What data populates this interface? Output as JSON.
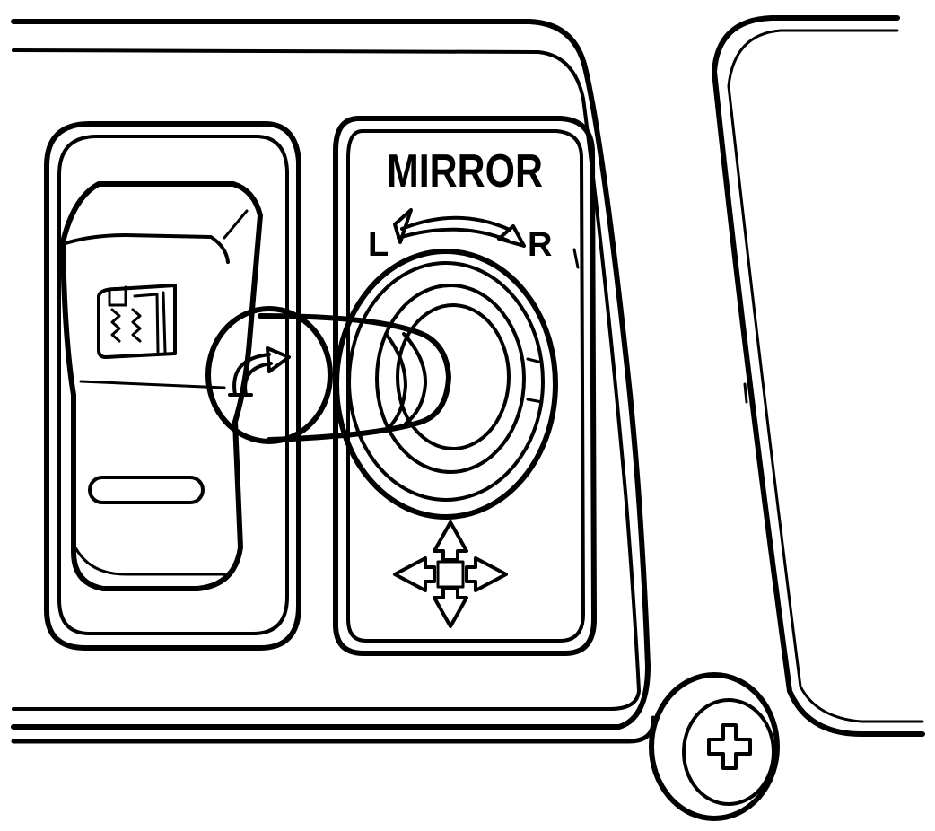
{
  "panel": {
    "mirror_label": "MIRROR",
    "left_label": "L",
    "right_label": "R"
  },
  "icons": {
    "defrost": "rear-defrost-icon",
    "rotate": "rotate-arrow-icon",
    "direction": "four-way-arrows-icon",
    "screw": "phillips-screw-icon"
  },
  "colors": {
    "line": "#000000",
    "background": "#ffffff"
  }
}
